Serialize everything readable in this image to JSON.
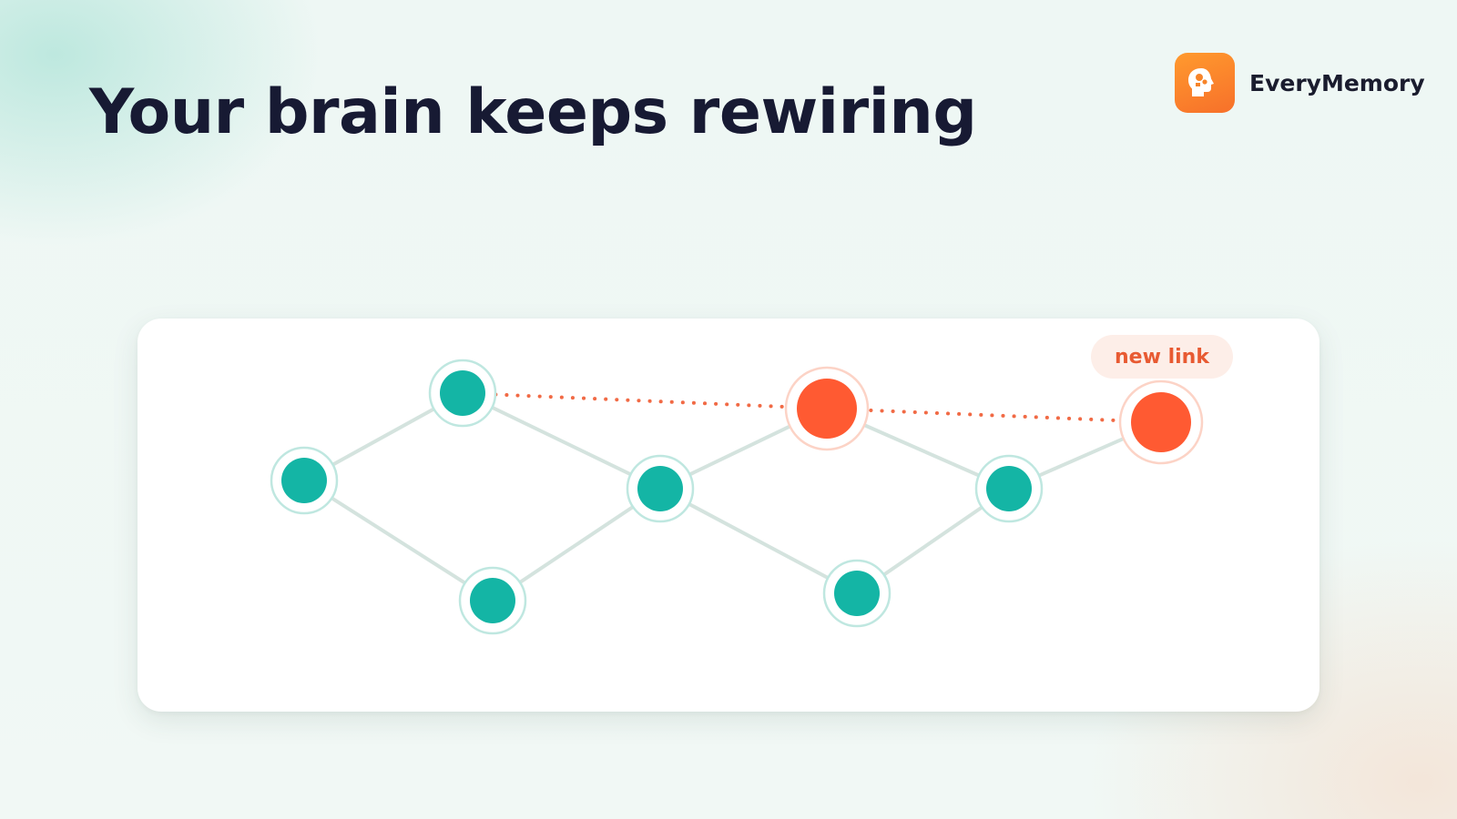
{
  "header": {
    "title": "Your brain keeps rewiring"
  },
  "brand": {
    "name": "EveryMemory",
    "icon": "head-puzzle-icon",
    "color": "#f7842a"
  },
  "diagram": {
    "badge_label": "new link",
    "colors": {
      "node": "#14b5a5",
      "node_ring": "#bfe7e0",
      "new_node": "#ff5a32",
      "new_node_ring": "#fcd3c6",
      "edge": "#d4e3de",
      "new_link": "#f16a45"
    }
  }
}
